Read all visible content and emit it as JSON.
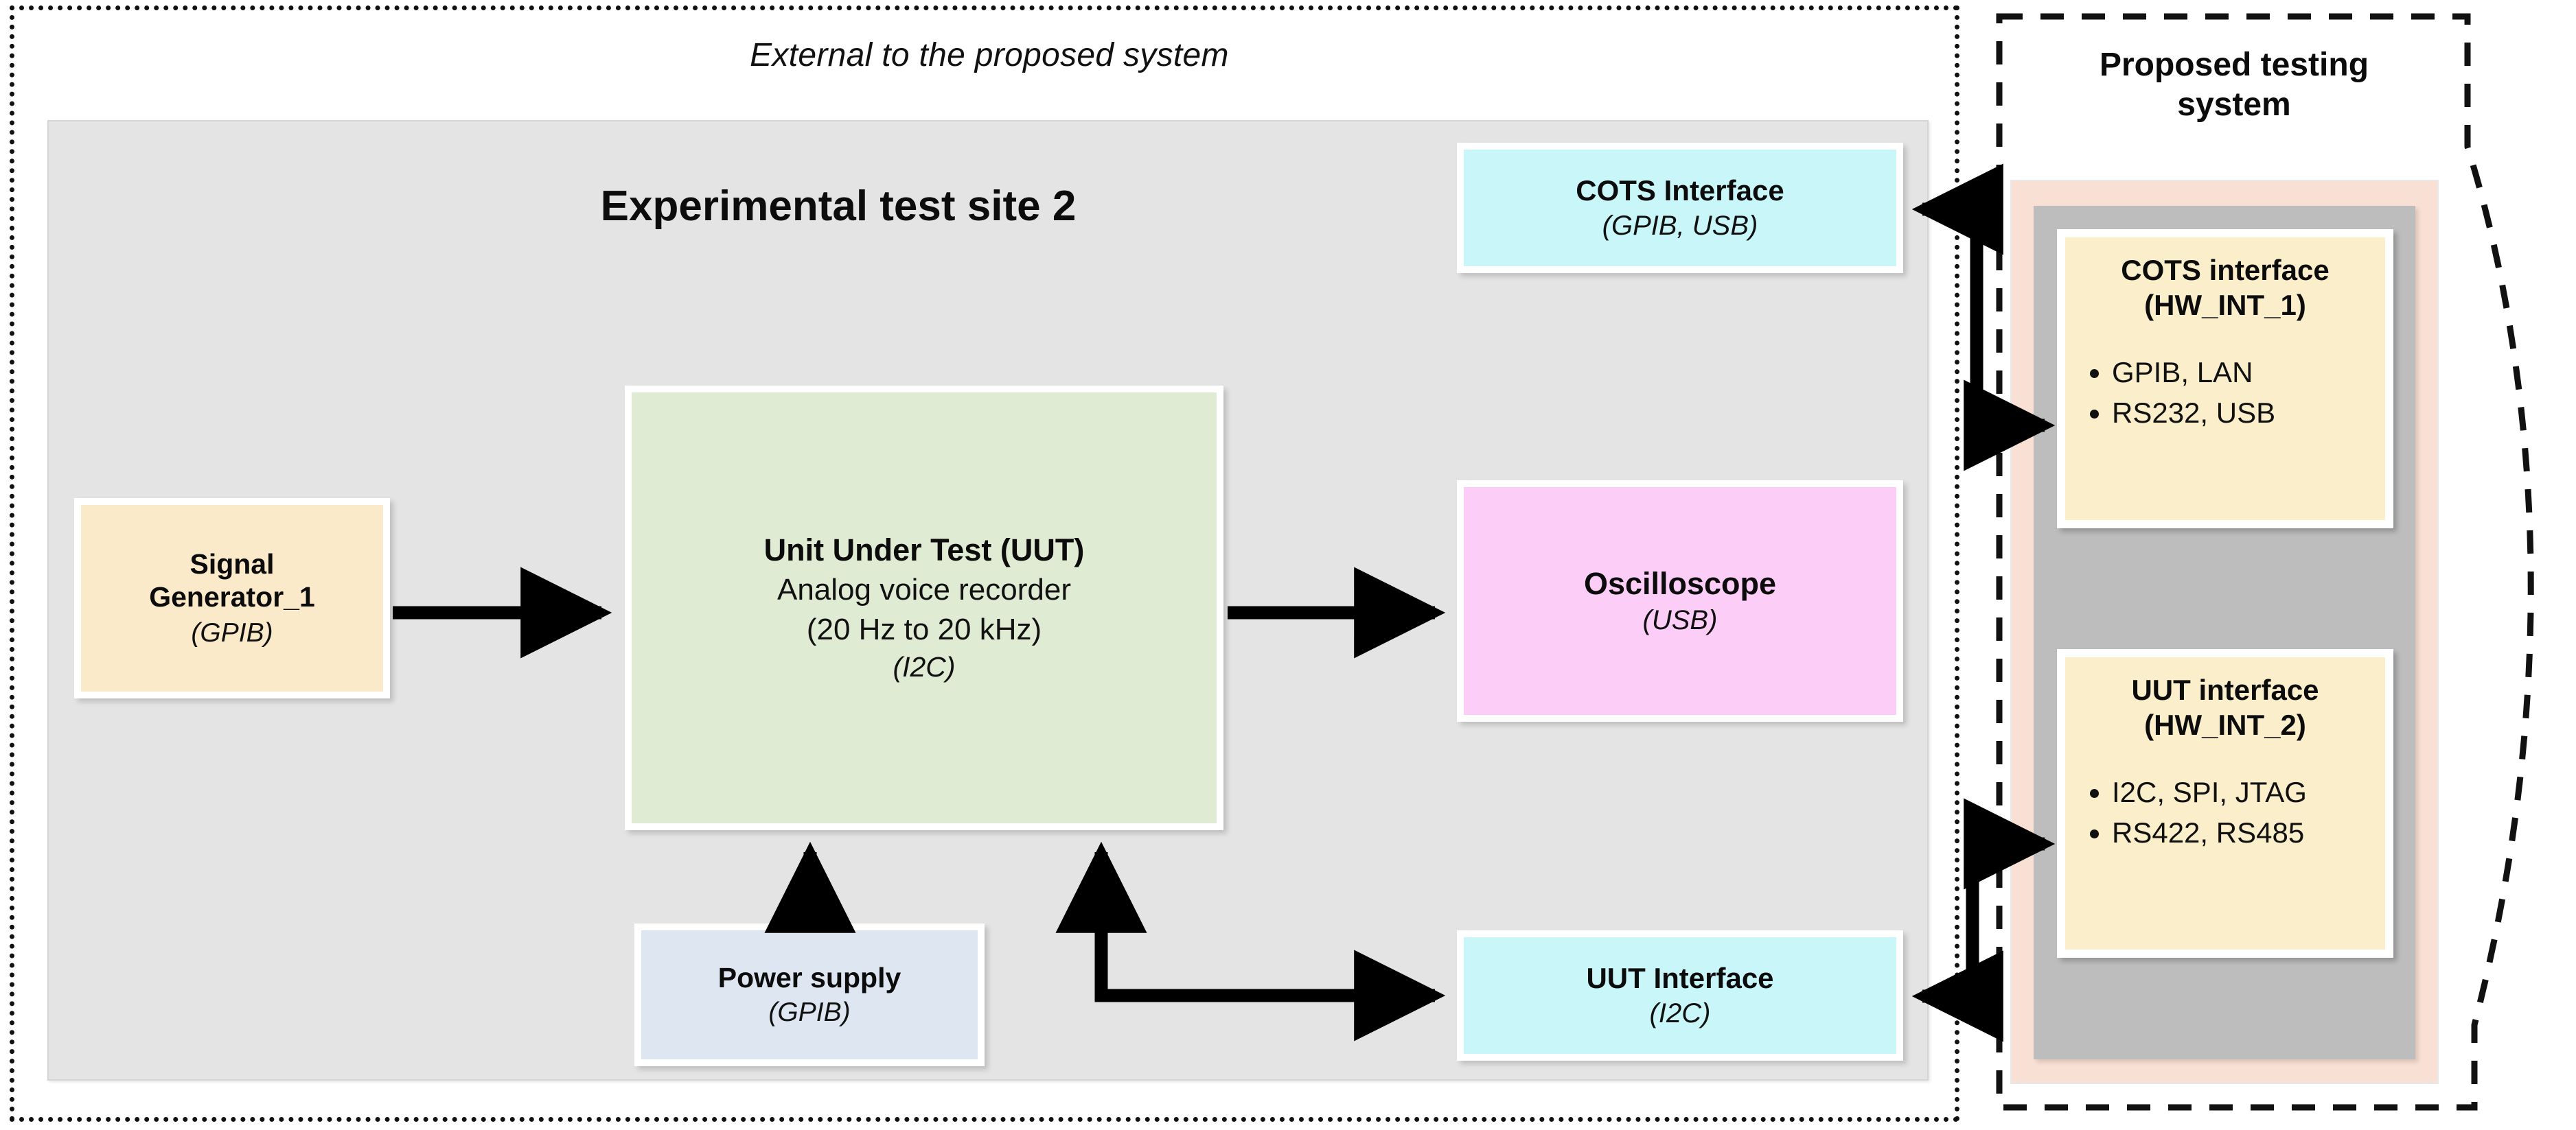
{
  "external": {
    "caption": "External to the proposed system"
  },
  "site": {
    "title": "Experimental test site 2"
  },
  "nodes": {
    "signal_generator": {
      "title_line1": "Signal",
      "title_line2": "Generator_1",
      "note": "(GPIB)",
      "fill": "#fbeaca"
    },
    "uut": {
      "title": "Unit Under Test (UUT)",
      "sub_line1": "Analog voice recorder",
      "sub_line2": "(20 Hz to 20 kHz)",
      "note": "(I2C)",
      "fill": "#e0ebd4"
    },
    "power_supply": {
      "title": "Power supply",
      "note": "(GPIB)",
      "fill": "#dde6f1"
    },
    "cots_interface": {
      "title": "COTS Interface",
      "note": "(GPIB, USB)",
      "fill": "#c8f6f9"
    },
    "oscilloscope": {
      "title": "Oscilloscope",
      "note": "(USB)",
      "fill": "#fccdf6"
    },
    "uut_interface": {
      "title": "UUT Interface",
      "note": "(I2C)",
      "fill": "#c8f6f9"
    }
  },
  "proposed": {
    "title_line1": "Proposed testing",
    "title_line2": "system",
    "shell_outer_fill": "#f9e0d4",
    "shell_inner_fill": "#bdbdbd",
    "cards": [
      {
        "title_line1": "COTS  interface",
        "title_line2": "(HW_INT_1)",
        "bullets": [
          "GPIB, LAN",
          "RS232, USB"
        ],
        "fill": "#fbeecb"
      },
      {
        "title_line1": "UUT interface",
        "title_line2": "(HW_INT_2)",
        "bullets": [
          "I2C, SPI, JTAG",
          "RS422, RS485"
        ],
        "fill": "#fbeecb"
      }
    ]
  },
  "connections": [
    {
      "from": "signal_generator",
      "to": "uut",
      "heads": "single"
    },
    {
      "from": "uut",
      "to": "oscilloscope",
      "heads": "single"
    },
    {
      "from": "power_supply",
      "to": "uut",
      "heads": "single"
    },
    {
      "from": "uut",
      "to": "uut_interface",
      "heads": "double"
    },
    {
      "from": "cots_interface",
      "to": "hw_int_1",
      "heads": "double"
    },
    {
      "from": "hw_int_2",
      "to": "uut_interface",
      "heads": "double"
    }
  ]
}
